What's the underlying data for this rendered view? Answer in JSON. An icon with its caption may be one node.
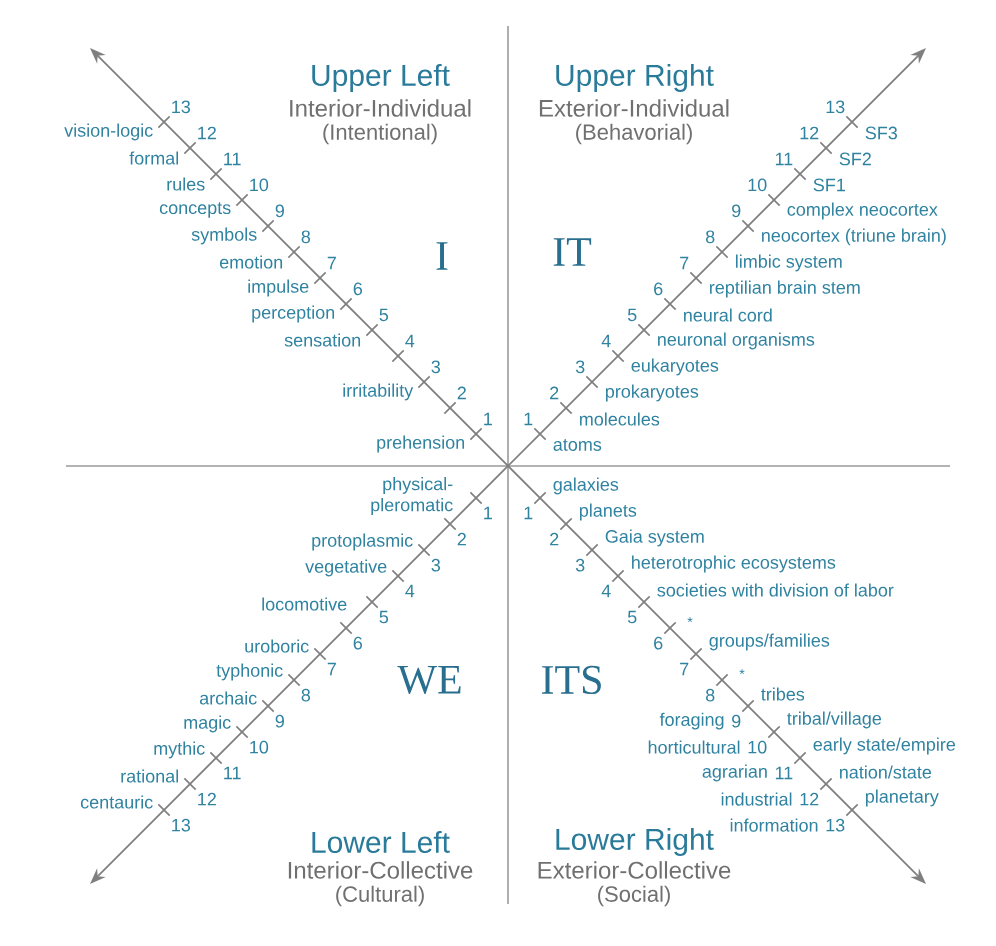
{
  "diagram": {
    "labels": [
      "Upper Left",
      "Interior-Individual",
      "(Intentional)",
      "I",
      "13",
      "vision-logic",
      "12",
      "formal",
      "11",
      "rules",
      "10",
      "concepts",
      "9",
      "symbols",
      "8",
      "emotion",
      "7",
      "impulse",
      "6",
      "perception",
      "5",
      "sensation",
      "4",
      "3",
      "irritability",
      "2",
      "1",
      "prehension",
      "Upper Right",
      "Exterior-Individual",
      "(Behavorial)",
      "IT",
      "13",
      "SF3",
      "12",
      "SF2",
      "11",
      "SF1",
      "10",
      "complex neocortex",
      "9",
      "neocortex (triune brain)",
      "8",
      "limbic system",
      "7",
      "reptilian brain stem",
      "6",
      "neural cord",
      "5",
      "neuronal organisms",
      "4",
      "eukaryotes",
      "3",
      "prokaryotes",
      "2",
      "molecules",
      "1",
      "atoms",
      "physical-pleromatic",
      "1",
      "2",
      "protoplasmic",
      "3",
      "vegetative",
      "4",
      "locomotive",
      "5",
      "6",
      "uroboric",
      "7",
      "typhonic",
      "8",
      "archaic",
      "9",
      "magic",
      "10",
      "mythic",
      "11",
      "rational",
      "12",
      "centauric",
      "13",
      "WE",
      "Lower Left",
      "Interior-Collective",
      "(Cultural)",
      "galaxies",
      "1",
      "planets",
      "2",
      "Gaia system",
      "3",
      "heterotrophic ecosystems",
      "4",
      "societies with division of labor",
      "5",
      "*",
      "6",
      "groups/families",
      "7",
      "*",
      "8",
      "tribes",
      "foraging",
      "9",
      "tribal/village",
      "horticultural",
      "10",
      "early state/empire",
      "agrarian",
      "11",
      "nation/state",
      "industrial",
      "12",
      "planetary",
      "information",
      "13",
      "ITS",
      "Lower Right",
      "Exterior-Collective",
      "(Social)"
    ]
  }
}
